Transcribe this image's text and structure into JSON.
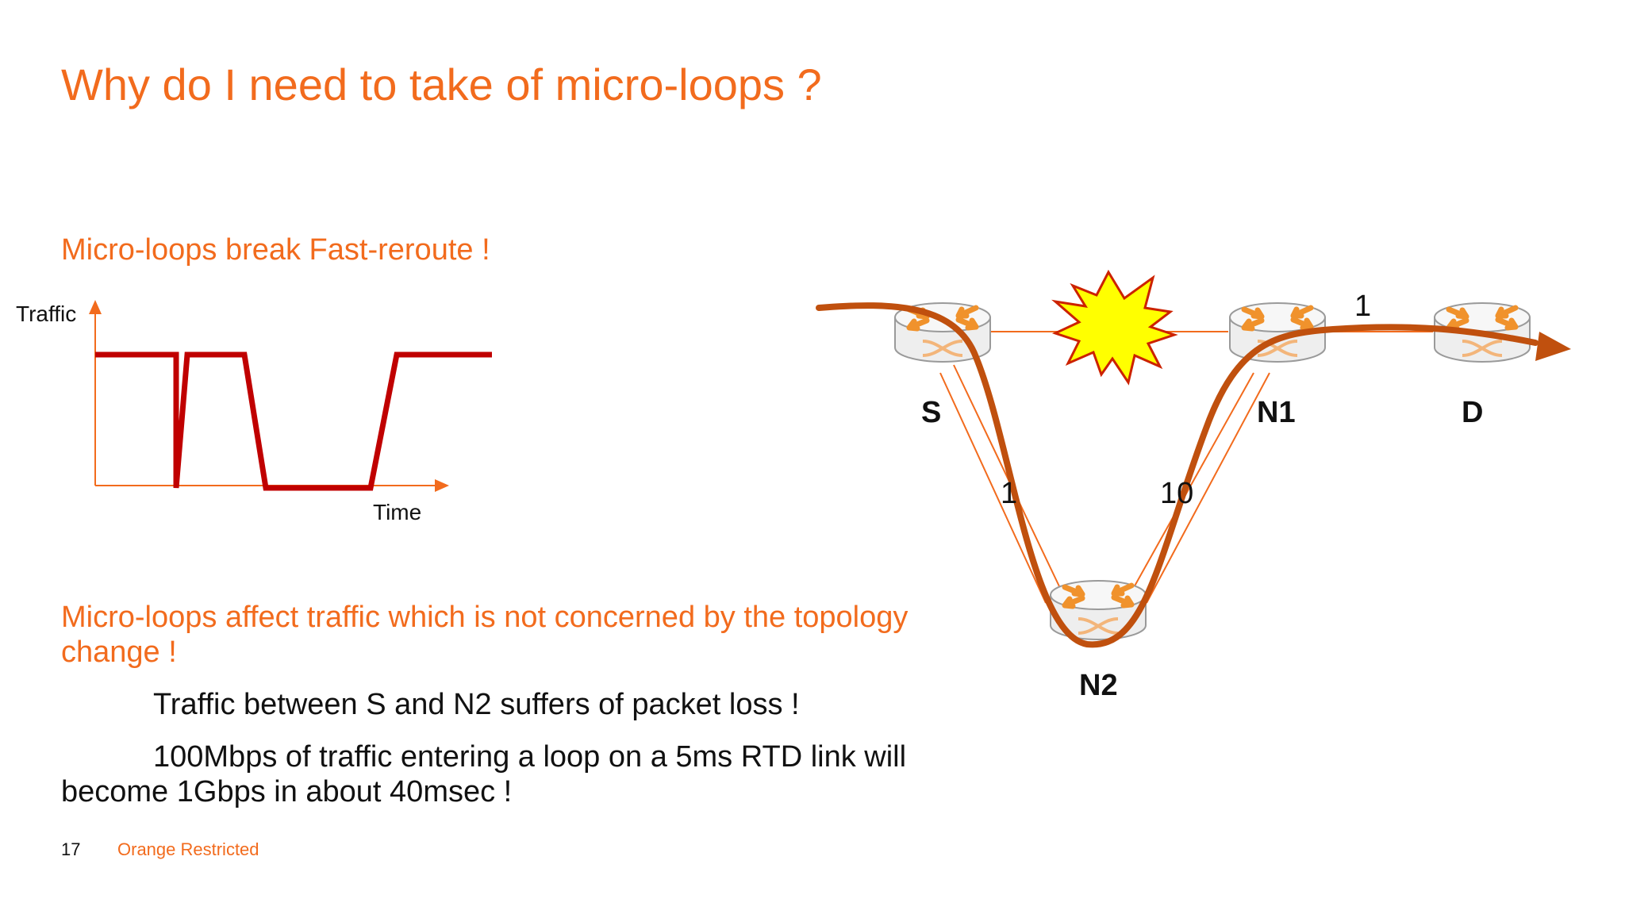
{
  "slide": {
    "title": "Why do I need to take of micro-loops ?",
    "heading1": "Micro-loops break Fast-reroute !",
    "heading2": "Micro-loops affect traffic which is not concerned by the topology change !",
    "bullet1": "Traffic between S and N2 suffers of packet loss !",
    "bullet2": "100Mbps of traffic entering a loop on a 5ms RTD link will become 1Gbps in about 40msec !",
    "page_number": "17",
    "footer": "Orange Restricted"
  },
  "traffic_graph": {
    "y_axis_label": "Traffic",
    "x_axis_label": "Time"
  },
  "network": {
    "nodes": [
      {
        "id": "S",
        "label": "S"
      },
      {
        "id": "N1",
        "label": "N1"
      },
      {
        "id": "D",
        "label": "D"
      },
      {
        "id": "N2",
        "label": "N2"
      }
    ],
    "links": [
      {
        "from": "S",
        "to": "N2",
        "metric": "1"
      },
      {
        "from": "N2",
        "to": "N1",
        "metric": "10"
      },
      {
        "from": "N1",
        "to": "D",
        "metric": "1"
      }
    ],
    "failure_icon": "explosion-icon",
    "router_icon": "router-icon"
  },
  "colors": {
    "accent": "#f26b1d",
    "traffic_line": "#c00000",
    "path_arrow": "#c0500e",
    "explosion_fill": "#ffff00"
  }
}
